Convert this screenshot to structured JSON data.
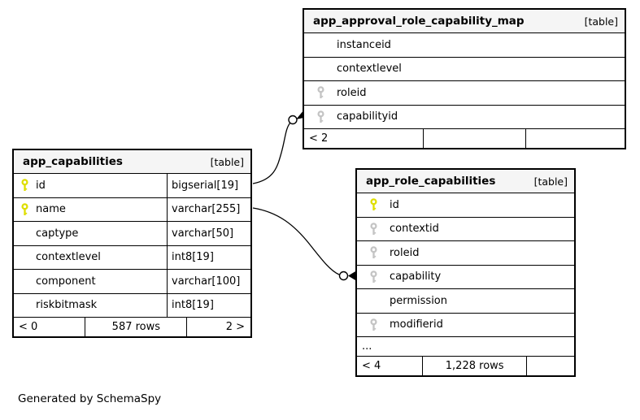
{
  "generated_by": "Generated by SchemaSpy",
  "colors": {
    "background": "#ffffff",
    "table_header_bg": "#f5f5f5",
    "border": "#000000",
    "primary_key_icon": "#dede00",
    "foreign_key_icon": "#c4c4c4"
  },
  "tables": [
    {
      "name": "app_approval_role_capability_map",
      "tag": "[table]",
      "columns": [
        {
          "name": "instanceid",
          "key": "none"
        },
        {
          "name": "contextlevel",
          "key": "none"
        },
        {
          "name": "roleid",
          "key": "fk"
        },
        {
          "name": "capabilityid",
          "key": "fk"
        }
      ],
      "footer": {
        "left": "< 2",
        "center": "",
        "right": ""
      }
    },
    {
      "name": "app_capabilities",
      "tag": "[table]",
      "columns": [
        {
          "name": "id",
          "type": "bigserial[19]",
          "key": "pk"
        },
        {
          "name": "name",
          "type": "varchar[255]",
          "key": "pk"
        },
        {
          "name": "captype",
          "type": "varchar[50]",
          "key": "none"
        },
        {
          "name": "contextlevel",
          "type": "int8[19]",
          "key": "none"
        },
        {
          "name": "component",
          "type": "varchar[100]",
          "key": "none"
        },
        {
          "name": "riskbitmask",
          "type": "int8[19]",
          "key": "none"
        }
      ],
      "footer": {
        "left": "< 0",
        "center": "587 rows",
        "right": "2 >"
      }
    },
    {
      "name": "app_role_capabilities",
      "tag": "[table]",
      "columns": [
        {
          "name": "id",
          "key": "pk"
        },
        {
          "name": "contextid",
          "key": "fk"
        },
        {
          "name": "roleid",
          "key": "fk"
        },
        {
          "name": "capability",
          "key": "fk"
        },
        {
          "name": "permission",
          "key": "none"
        },
        {
          "name": "modifierid",
          "key": "fk"
        }
      ],
      "ellipsis": "...",
      "footer": {
        "left": "< 4",
        "center": "1,228 rows",
        "right": ""
      }
    }
  ],
  "relationships": [
    {
      "from": "app_capabilities.id",
      "to": "app_approval_role_capability_map.capabilityid"
    },
    {
      "from": "app_capabilities.name",
      "to": "app_role_capabilities.capability"
    }
  ]
}
